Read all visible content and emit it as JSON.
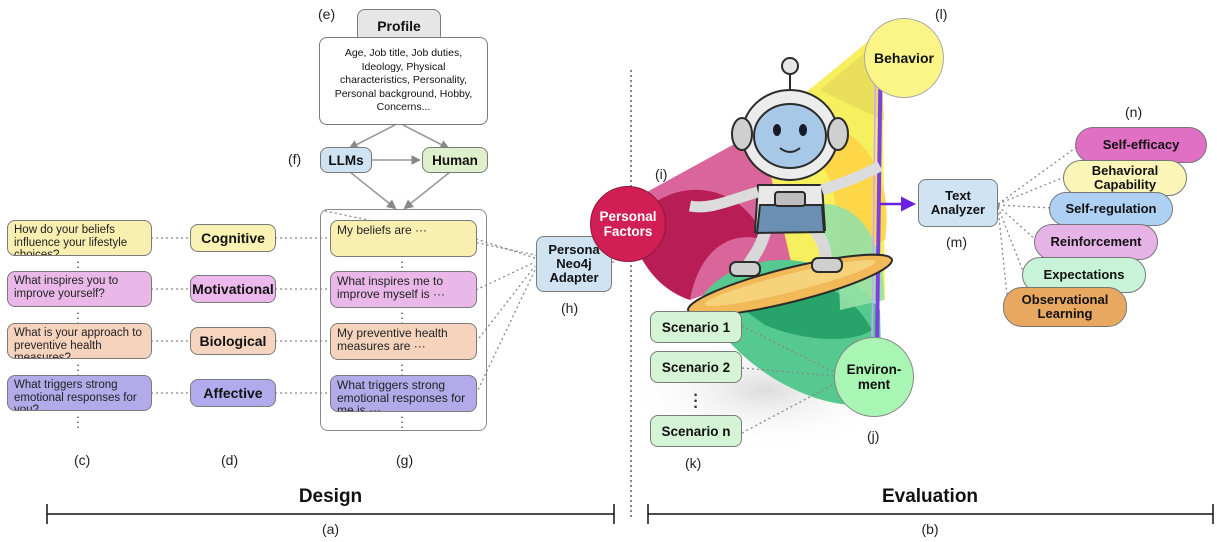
{
  "design": {
    "title": "Design",
    "label": "(a)",
    "profile": {
      "tag": "(e)",
      "title": "Profile",
      "text": "Age, Job title, Job duties, Ideology, Physical characteristics, Personality, Personal background, Hobby, Concerns..."
    },
    "generators": {
      "tag": "(f)",
      "llms": "LLMs",
      "human": "Human"
    },
    "questions_tag": "(c)",
    "categories_tag": "(d)",
    "answers_tag": "(g)",
    "questions": [
      "How do your beliefs influence your lifestyle choices?",
      "What inspires you to improve yourself?",
      "What is your approach to preventive health measures?",
      "What triggers strong emotional responses for you?"
    ],
    "categories": [
      "Cognitive",
      "Motivational",
      "Biological",
      "Affective"
    ],
    "answers": [
      "My beliefs are ···",
      "What inspires me to improve myself is ···",
      "My preventive health measures are ···",
      "What triggers strong emotional responses for me is ···"
    ],
    "adapter": {
      "text": "Persona Neo4j Adapter",
      "tag": "(h)"
    }
  },
  "evaluation": {
    "title": "Evaluation",
    "label": "(b)",
    "personal": {
      "text": "Personal Factors",
      "tag": "(i)"
    },
    "behavior": {
      "text": "Behavior",
      "tag": "(l)"
    },
    "environment": {
      "text": "Environ-ment",
      "tag": "(j)"
    },
    "scenarios_tag": "(k)",
    "scenarios": [
      "Scenario 1",
      "Scenario 2",
      "Scenario n"
    ],
    "analyzer": {
      "text": "Text Analyzer",
      "tag": "(m)"
    },
    "constructs_tag": "(n)",
    "constructs": [
      {
        "label": "Self-efficacy",
        "color": "#e070c4"
      },
      {
        "label": "Behavioral Capability",
        "color": "#fbf6b8"
      },
      {
        "label": "Self-regulation",
        "color": "#aed0f2"
      },
      {
        "label": "Reinforcement",
        "color": "#e6b3e6"
      },
      {
        "label": "Expectations",
        "color": "#c8f3d8"
      },
      {
        "label": "Observational Learning",
        "color": "#e8a860"
      }
    ]
  },
  "colors": {
    "question": [
      "#f8efb0",
      "#eab8e8",
      "#f5d3bd",
      "#b3aaea"
    ],
    "category": [
      "#faf2b2",
      "#edb9ec",
      "#f6d5c0",
      "#b1aaec"
    ],
    "personal": "#d11f55",
    "behavior": "#fbf587",
    "environment": "#a9f5b3",
    "panel": "#cfe3f3"
  }
}
